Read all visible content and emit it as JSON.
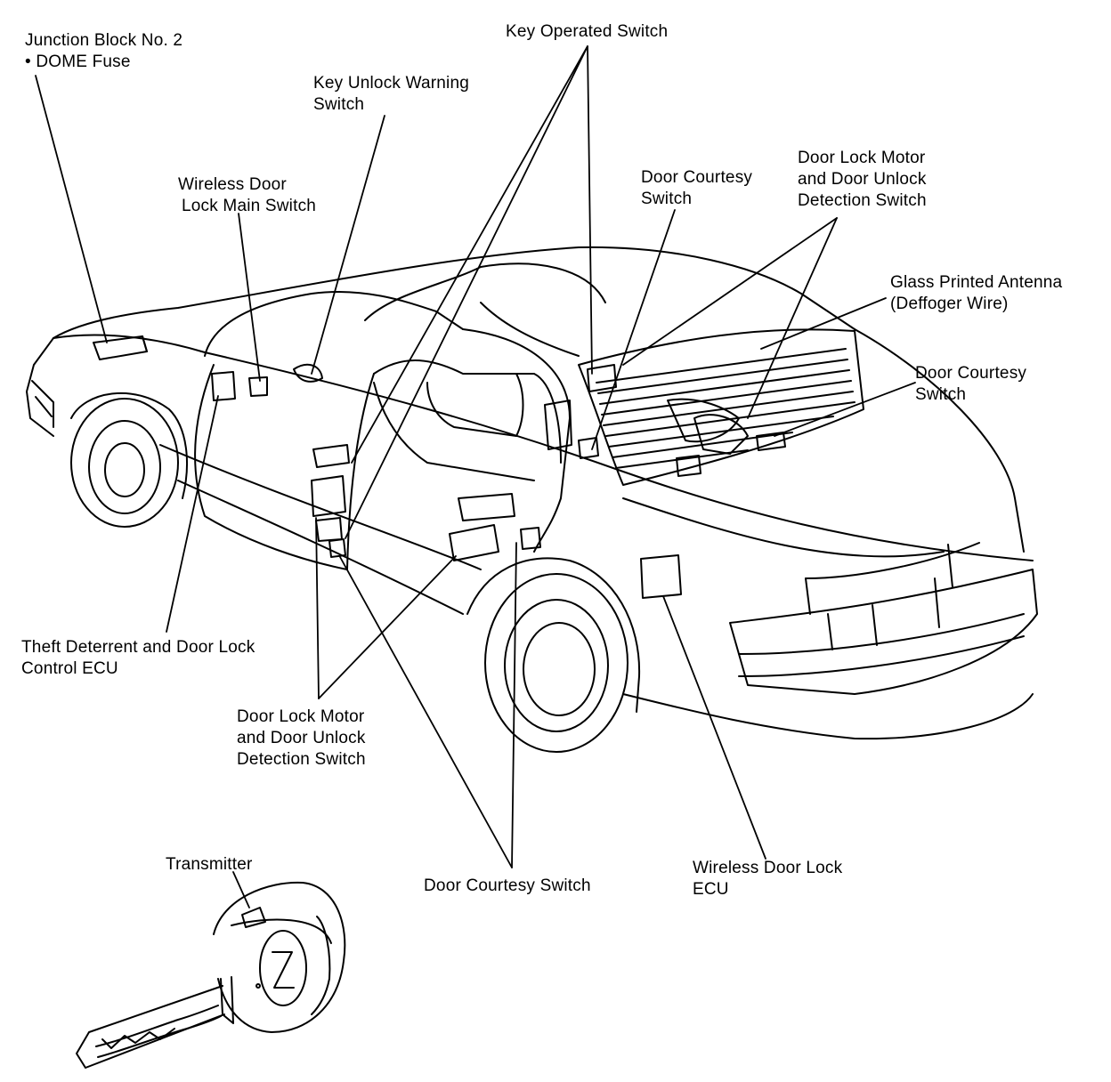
{
  "diagram": {
    "labels": {
      "junction_block": [
        "Junction Block No. 2",
        "• DOME Fuse"
      ],
      "key_operated_switch": [
        "Key Operated Switch"
      ],
      "key_unlock_warning": [
        "Key Unlock Warning",
        "Switch"
      ],
      "wireless_main_switch": [
        "Wireless Door",
        "Lock Main Switch"
      ],
      "door_courtesy_top": [
        "Door Courtesy",
        "Switch"
      ],
      "door_lock_motor_rear": [
        "Door Lock Motor",
        "and Door Unlock",
        "Detection Switch"
      ],
      "glass_antenna": [
        "Glass Printed Antenna",
        "(Deffoger Wire)"
      ],
      "door_courtesy_right": [
        "Door Courtesy",
        "Switch"
      ],
      "theft_deterrent_ecu": [
        "Theft Deterrent and Door Lock",
        "Control ECU"
      ],
      "door_lock_motor_front": [
        "Door Lock Motor",
        "and Door Unlock",
        "Detection Switch"
      ],
      "transmitter": [
        "Transmitter"
      ],
      "door_courtesy_bottom": [
        "Door Courtesy Switch"
      ],
      "wireless_ecu": [
        "Wireless Door Lock",
        "ECU"
      ]
    }
  }
}
